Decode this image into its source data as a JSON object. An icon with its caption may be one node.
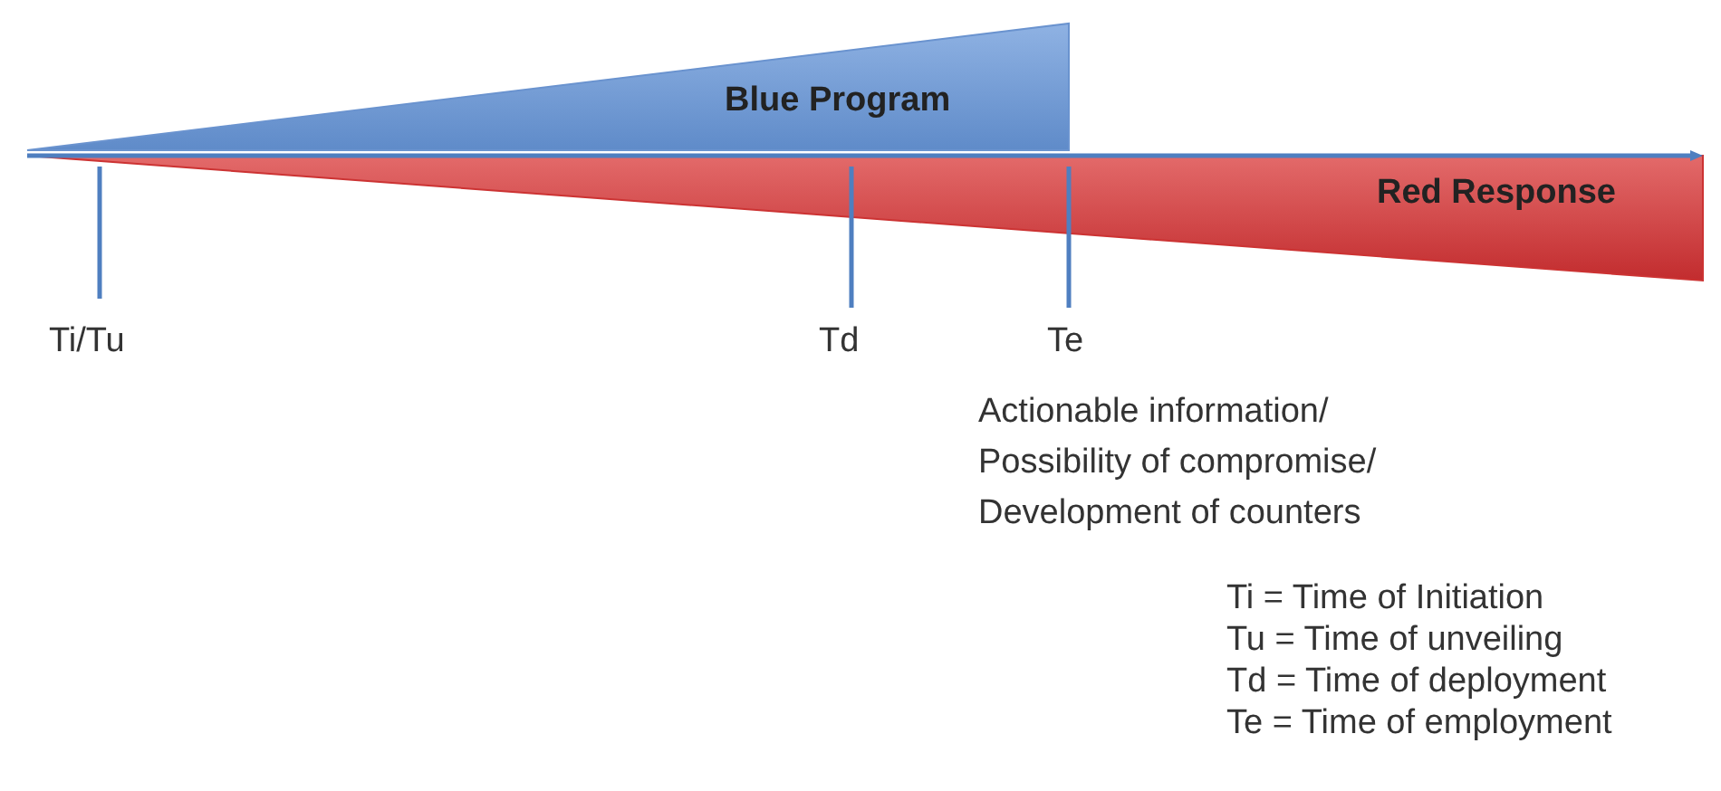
{
  "diagram": {
    "nodes": [
      {
        "text": [
          "Blue Program"
        ]
      },
      {
        "text": [
          "Red Response"
        ]
      }
    ],
    "labels": [
      "Ti/Tu",
      "Td",
      "Te",
      "Actionable information/ Possibility of compromise/ Development of counters",
      "Ti = Time of Initiation",
      "Tu = Time of unveiling",
      "Td = Time of deployment",
      "Te = Time of employment"
    ]
  }
}
